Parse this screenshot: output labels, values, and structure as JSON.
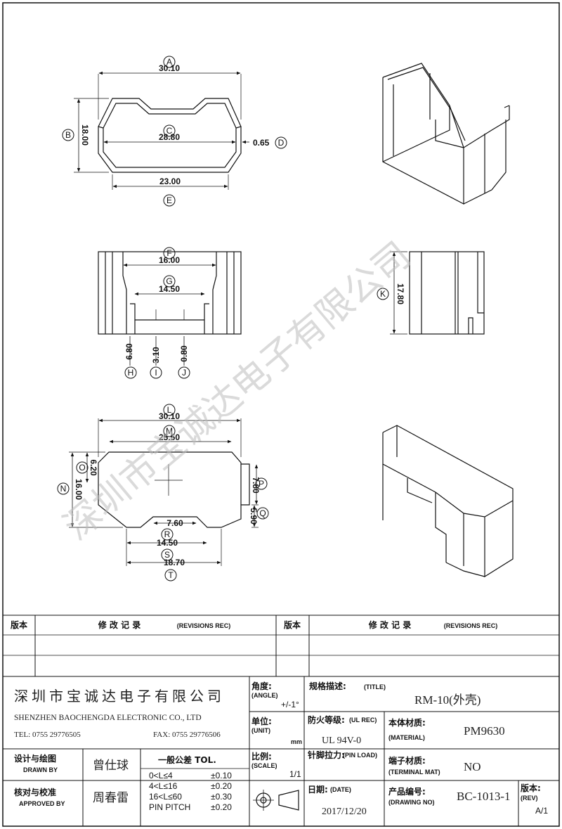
{
  "dimensions": {
    "A": "30.10",
    "B": "18.00",
    "C": "28.80",
    "D": "0.65",
    "E": "23.00",
    "F": "16.00",
    "G": "14.50",
    "H": "6.80",
    "I": "3.10",
    "J": "0.80",
    "K": "17.80",
    "L": "30.10",
    "M": "25.50",
    "N": "16.00",
    "O": "6.20",
    "P": "7.80",
    "Q": "5.90",
    "R": "7.60",
    "S": "14.50",
    "T": "18.70"
  },
  "letters": [
    "A",
    "B",
    "C",
    "D",
    "E",
    "F",
    "G",
    "H",
    "I",
    "J",
    "K",
    "L",
    "M",
    "N",
    "O",
    "P",
    "Q",
    "R",
    "S",
    "T"
  ],
  "watermark": "深圳市宝诚达电子有限公司",
  "revisions": {
    "col_version": "版本",
    "col_record": "修 改 记 录",
    "col_record_en": "(REVISIONS REC)"
  },
  "title_block": {
    "company_cn": "深圳市宝诚达电子有限公司",
    "company_en": "SHENZHEN BAOCHENGDA ELECTRONIC CO., LTD",
    "tel": "TEL: 0755 29776505",
    "fax": "FAX: 0755 29776506",
    "angle_label": "角度:",
    "angle_en": "(ANGLE)",
    "angle_value": "+/-1°",
    "unit_label": "单位:",
    "unit_en": "(UNIT)",
    "unit_value": "mm",
    "scale_label": "比例:",
    "scale_en": "(SCALE)",
    "scale_value": "1/1",
    "spec_label": "规格描述:",
    "spec_en": "(TITLE)",
    "spec_value": "RM-10(外壳)",
    "fire_label": "防火等级:",
    "fire_en": "(UL REC)",
    "fire_value": "UL 94V-0",
    "material_label": "本体材质:",
    "material_en": "(MATERIAL)",
    "material_value": "PM9630",
    "pin_label": "针脚拉力:",
    "pin_en": "(PIN LOAD)",
    "terminal_label": "端子材质:",
    "terminal_en": "(TERMINAL MAT)",
    "terminal_value": "NO",
    "date_label": "日期:",
    "date_en": "(DATE)",
    "date_value": "2017/12/20",
    "drawing_no_label": "产品编号:",
    "drawing_no_en": "(DRAWING NO)",
    "drawing_no_value": "BC-1013-1",
    "rev_label": "版本:",
    "rev_en": "(REV)",
    "rev_value": "A/1",
    "drawn_label": "设计与绘图",
    "drawn_en": "DRAWN BY",
    "drawn_value": "曾仕球",
    "approved_label": "核对与校准",
    "approved_en": "APPROVED BY",
    "approved_value": "周春雷",
    "tolerance_title": "一般公差 TOL.",
    "tolerances": [
      {
        "range": "0<L≤4",
        "tol": "±0.10"
      },
      {
        "range": "4<L≤16",
        "tol": "±0.20"
      },
      {
        "range": "16<L≤60",
        "tol": "±0.30"
      },
      {
        "range": "PIN PITCH",
        "tol": "±0.20"
      }
    ]
  }
}
